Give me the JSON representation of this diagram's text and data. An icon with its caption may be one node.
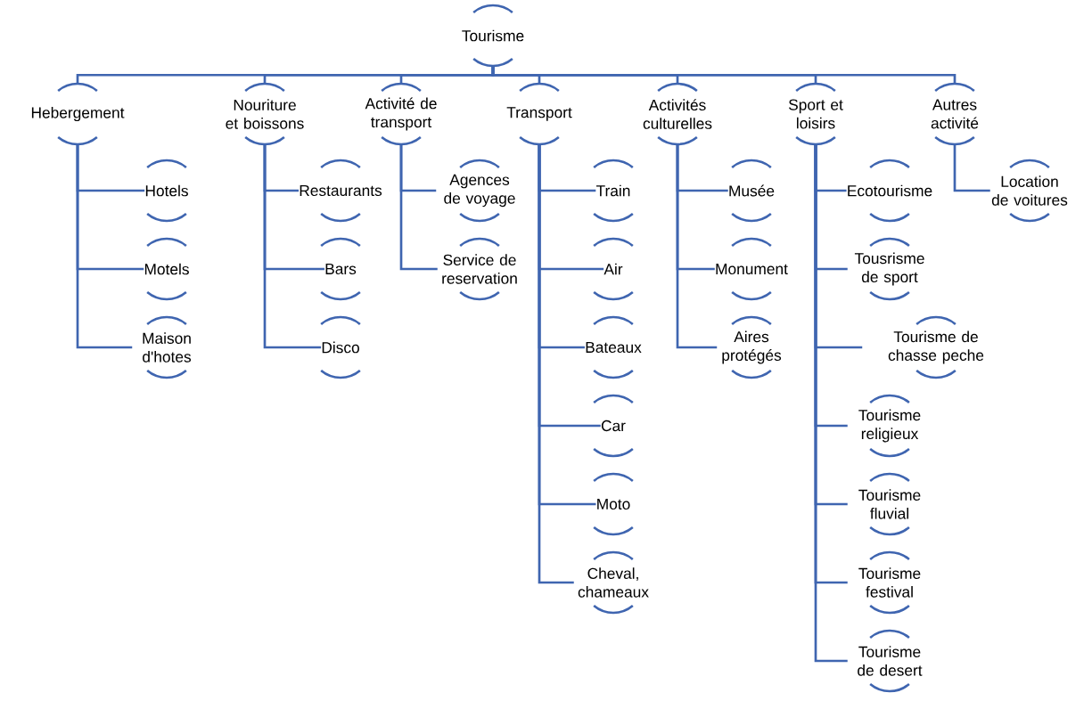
{
  "diagram": {
    "nodes": [
      {
        "text": [
          "Tourisme"
        ]
      },
      {
        "text": [
          "Hebergement"
        ]
      },
      {
        "text": [
          "Nouriture et boissons"
        ]
      },
      {
        "text": [
          "Activité de transport"
        ]
      },
      {
        "text": [
          "Transport"
        ]
      },
      {
        "text": [
          "Activités culturelles"
        ]
      },
      {
        "text": [
          "Sport et loisirs"
        ]
      },
      {
        "text": [
          "Autres activité"
        ]
      },
      {
        "text": [
          "Hotels"
        ]
      },
      {
        "text": [
          "Motels"
        ]
      },
      {
        "text": [
          "Maison d'hotes"
        ]
      },
      {
        "text": [
          "Restaurants"
        ]
      },
      {
        "text": [
          "Bars"
        ]
      },
      {
        "text": [
          "Disco"
        ]
      },
      {
        "text": [
          "Agences de voyage"
        ]
      },
      {
        "text": [
          "Service de reservation"
        ]
      },
      {
        "text": [
          "Train"
        ]
      },
      {
        "text": [
          "Air"
        ]
      },
      {
        "text": [
          "Bateaux"
        ]
      },
      {
        "text": [
          "Car"
        ]
      },
      {
        "text": [
          "Moto"
        ]
      },
      {
        "text": [
          "Cheval, chameaux"
        ]
      },
      {
        "text": [
          "Musée"
        ]
      },
      {
        "text": [
          "Monument"
        ]
      },
      {
        "text": [
          "Aires protégés"
        ]
      },
      {
        "text": [
          "Ecotourisme"
        ]
      },
      {
        "text": [
          "Tousrisme de sport"
        ]
      },
      {
        "text": [
          "Tourisme de chasse peche"
        ]
      },
      {
        "text": [
          "Tourisme religieux"
        ]
      },
      {
        "text": [
          "Tourisme fluvial"
        ]
      },
      {
        "text": [
          "Tourisme festival"
        ]
      },
      {
        "text": [
          "Tourisme de desert"
        ]
      },
      {
        "text": [
          "Location de voitures"
        ]
      }
    ],
    "edges": [
      {
        "from": 0,
        "to": 1,
        "arrow": "none"
      },
      {
        "from": 0,
        "to": 2,
        "arrow": "none"
      },
      {
        "from": 0,
        "to": 3,
        "arrow": "none"
      },
      {
        "from": 0,
        "to": 4,
        "arrow": "none"
      },
      {
        "from": 0,
        "to": 5,
        "arrow": "none"
      },
      {
        "from": 0,
        "to": 6,
        "arrow": "none"
      },
      {
        "from": 0,
        "to": 7,
        "arrow": "none"
      },
      {
        "from": 1,
        "to": 8,
        "arrow": "none"
      },
      {
        "from": 1,
        "to": 9,
        "arrow": "none"
      },
      {
        "from": 1,
        "to": 10,
        "arrow": "none"
      },
      {
        "from": 2,
        "to": 11,
        "arrow": "none"
      },
      {
        "from": 2,
        "to": 12,
        "arrow": "none"
      },
      {
        "from": 2,
        "to": 13,
        "arrow": "none"
      },
      {
        "from": 3,
        "to": 14,
        "arrow": "none"
      },
      {
        "from": 3,
        "to": 15,
        "arrow": "none"
      },
      {
        "from": 4,
        "to": 16,
        "arrow": "none"
      },
      {
        "from": 4,
        "to": 17,
        "arrow": "none"
      },
      {
        "from": 4,
        "to": 18,
        "arrow": "none"
      },
      {
        "from": 4,
        "to": 19,
        "arrow": "none"
      },
      {
        "from": 4,
        "to": 20,
        "arrow": "none"
      },
      {
        "from": 4,
        "to": 21,
        "arrow": "none"
      },
      {
        "from": 5,
        "to": 22,
        "arrow": "none"
      },
      {
        "from": 5,
        "to": 23,
        "arrow": "none"
      },
      {
        "from": 5,
        "to": 24,
        "arrow": "none"
      },
      {
        "from": 6,
        "to": 25,
        "arrow": "none"
      },
      {
        "from": 6,
        "to": 26,
        "arrow": "none"
      },
      {
        "from": 6,
        "to": 27,
        "arrow": "none"
      },
      {
        "from": 6,
        "to": 28,
        "arrow": "none"
      },
      {
        "from": 6,
        "to": 29,
        "arrow": "none"
      },
      {
        "from": 6,
        "to": 30,
        "arrow": "none"
      },
      {
        "from": 6,
        "to": 31,
        "arrow": "none"
      },
      {
        "from": 7,
        "to": 32,
        "arrow": "none"
      }
    ]
  }
}
